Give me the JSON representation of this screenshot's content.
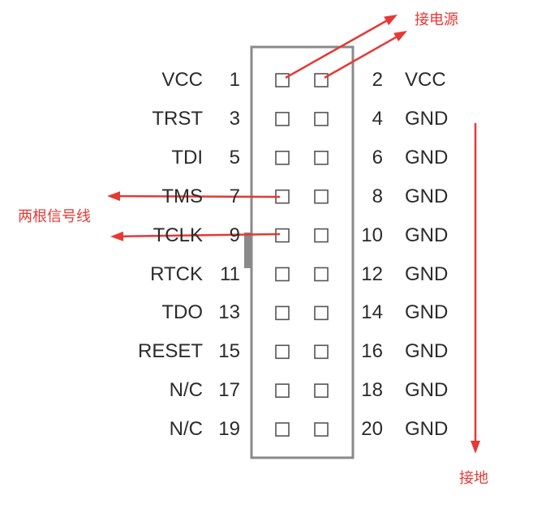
{
  "annotations": {
    "power": "接电源",
    "signals": "两根信号线",
    "ground": "接地"
  },
  "pins": [
    {
      "left_name": "VCC",
      "left_num": "1",
      "right_num": "2",
      "right_name": "VCC"
    },
    {
      "left_name": "TRST",
      "left_num": "3",
      "right_num": "4",
      "right_name": "GND"
    },
    {
      "left_name": "TDI",
      "left_num": "5",
      "right_num": "6",
      "right_name": "GND"
    },
    {
      "left_name": "TMS",
      "left_num": "7",
      "right_num": "8",
      "right_name": "GND"
    },
    {
      "left_name": "TCLK",
      "left_num": "9",
      "right_num": "10",
      "right_name": "GND"
    },
    {
      "left_name": "RTCK",
      "left_num": "11",
      "right_num": "12",
      "right_name": "GND"
    },
    {
      "left_name": "TDO",
      "left_num": "13",
      "right_num": "14",
      "right_name": "GND"
    },
    {
      "left_name": "RESET",
      "left_num": "15",
      "right_num": "16",
      "right_name": "GND"
    },
    {
      "left_name": "N/C",
      "left_num": "17",
      "right_num": "18",
      "right_name": "GND"
    },
    {
      "left_name": "N/C",
      "left_num": "19",
      "right_num": "20",
      "right_name": "GND"
    }
  ],
  "colors": {
    "arrow": "#e53935",
    "outline": "#8a8a8a",
    "text": "#2b2b2b",
    "key": "#8a8a8a"
  }
}
